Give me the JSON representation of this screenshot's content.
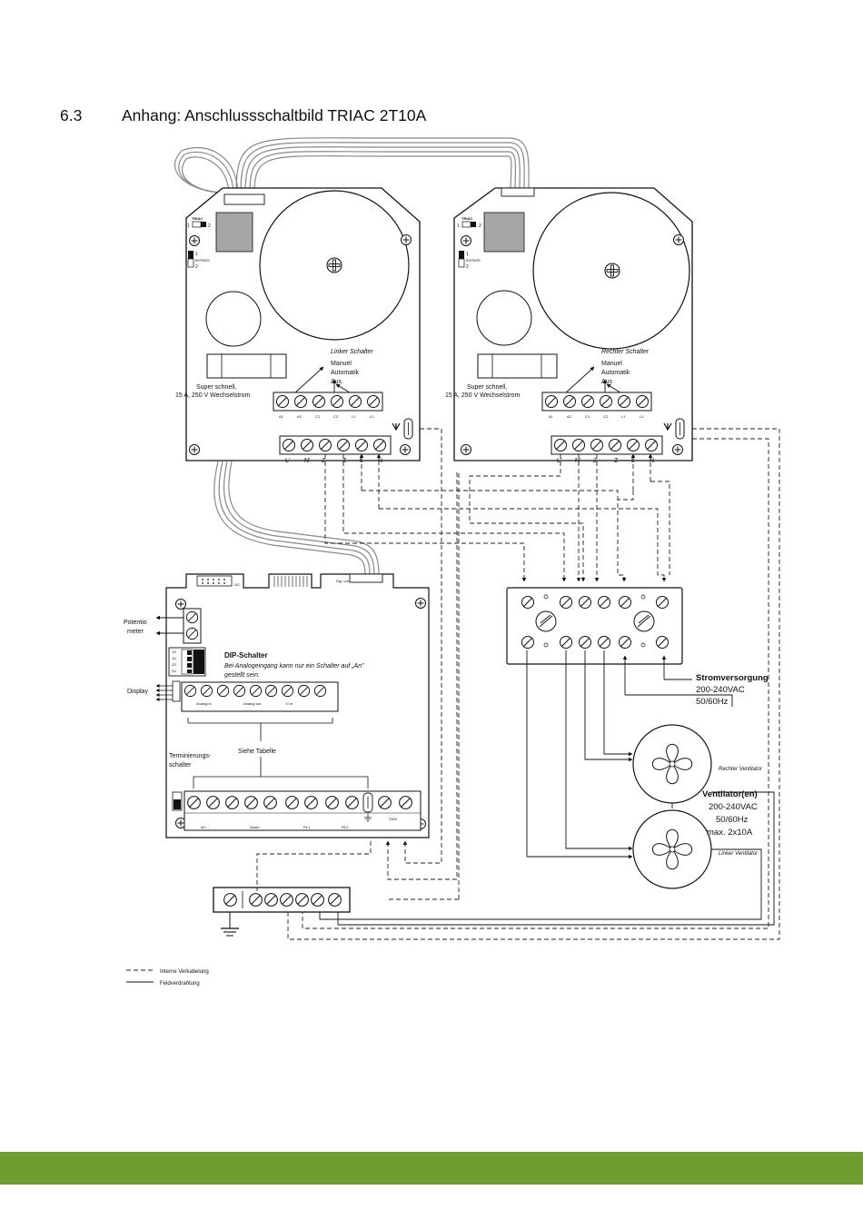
{
  "heading": {
    "number": "6.3",
    "title": "Anhang: Anschlussschaltbild TRIAC 2T10A"
  },
  "colors": {
    "footer": "#6e9c2e",
    "gray_block": "#a6a6a6",
    "wire": "#222222",
    "ribbon": "#777777"
  },
  "left_board": {
    "triac": "TRIAC",
    "triac_n1": "1",
    "triac_n2": "2",
    "bypass": "BYPASS",
    "bypass_n1": "1",
    "bypass_n2": "2",
    "schalter": "Linker Schalter",
    "options": [
      "Manuel",
      "Automatik",
      "Aus"
    ],
    "fuse_line1": "Super schnell,",
    "fuse_line2": "15 A, 250 V Wechselstrom",
    "top_terms": [
      "A1",
      "A2",
      "C1",
      "C2",
      "L1",
      "L2"
    ],
    "bot_terms": [
      "L'",
      "N'",
      "Z",
      "Z",
      "L",
      "N"
    ]
  },
  "right_board": {
    "triac": "TRIAC",
    "triac_n1": "1",
    "triac_n2": "2",
    "bypass": "BYPASS",
    "bypass_n1": "1",
    "bypass_n2": "2",
    "schalter": "Rechter Schalter",
    "options": [
      "Manuel",
      "Automatik",
      "Aus"
    ],
    "fuse_line1": "Super schnell,",
    "fuse_line2": "15 A, 250 V Wechselstrom",
    "top_terms": [
      "A1",
      "A2",
      "C1",
      "C2",
      "L1",
      "L2"
    ],
    "bot_terms": [
      "L'",
      "N'",
      "Z",
      "Z",
      "L",
      "N"
    ]
  },
  "controller": {
    "i2c": "I2C",
    "dig_out": "Dig. out",
    "potentiometer_l1": "Potentio",
    "potentiometer_l2": "meter",
    "dip_title": "DIP-Schalter",
    "dip_text_l1": "Bei Analogeingang kann nur ein Schalter auf „An\"",
    "dip_text_l2": "gestellt sein.",
    "dip_rows": [
      "1S",
      "1U",
      "2S",
      "2U"
    ],
    "display": "Display",
    "analog_in": "Analog in",
    "analog_out": "Analog out",
    "d_in": "D in",
    "terminierung_l1": "Terminierungs-",
    "terminierung_l2": "schalter",
    "siehe_tabelle": "Siehe Tabelle",
    "bottom_groups": [
      "0/0",
      "Alarm",
      "RL1",
      "RL2",
      "230V"
    ]
  },
  "supply": {
    "title": "Stromversorgung",
    "voltage": "200-240VAC",
    "freq": "50/60Hz"
  },
  "fans": {
    "right_label": "Rechter Ventilator",
    "left_label": "Linker Ventilator",
    "title": "Ventilator(en)",
    "voltage": "200-240VAC",
    "freq": "50/60Hz",
    "max": "max. 2x10A"
  },
  "legend": {
    "internal": "Interne Verkabelung",
    "field": "Feldverdrahtung"
  }
}
